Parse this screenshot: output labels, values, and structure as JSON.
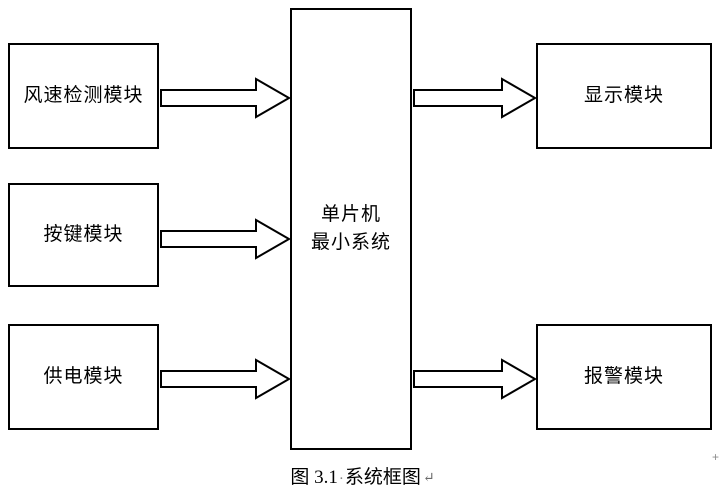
{
  "diagram": {
    "type": "block-diagram",
    "title": "系统框图",
    "caption": {
      "figure_number": "图 3.1",
      "separator": "·",
      "text": "系统框图",
      "pilcrow": "↵"
    },
    "margin_mark": "+",
    "blocks": [
      {
        "id": "wind",
        "label": "风速检测模块",
        "column": "left",
        "row": 1
      },
      {
        "id": "key",
        "label": "按键模块",
        "column": "left",
        "row": 2
      },
      {
        "id": "power",
        "label": "供电模块",
        "column": "left",
        "row": 3
      },
      {
        "id": "mcu",
        "label": "单片机\n最小系统",
        "column": "center",
        "row": 0
      },
      {
        "id": "display",
        "label": "显示模块",
        "column": "right",
        "row": 1
      },
      {
        "id": "alarm",
        "label": "报警模块",
        "column": "right",
        "row": 3
      }
    ],
    "arrows": [
      {
        "id": "wind-mcu",
        "from": "风速检测模块",
        "to": "单片机最小系统",
        "style": "hollow-block",
        "direction": "right"
      },
      {
        "id": "key-mcu",
        "from": "按键模块",
        "to": "单片机最小系统",
        "style": "hollow-block",
        "direction": "right"
      },
      {
        "id": "power-mcu",
        "from": "供电模块",
        "to": "单片机最小系统",
        "style": "hollow-block",
        "direction": "right"
      },
      {
        "id": "mcu-display",
        "from": "单片机最小系统",
        "to": "显示模块",
        "style": "hollow-block",
        "direction": "right"
      },
      {
        "id": "mcu-alarm",
        "from": "单片机最小系统",
        "to": "报警模块",
        "style": "hollow-block",
        "direction": "right"
      }
    ],
    "colors": {
      "stroke": "#000000",
      "fill": "#ffffff",
      "text": "#000000",
      "mark": "#808080"
    }
  }
}
